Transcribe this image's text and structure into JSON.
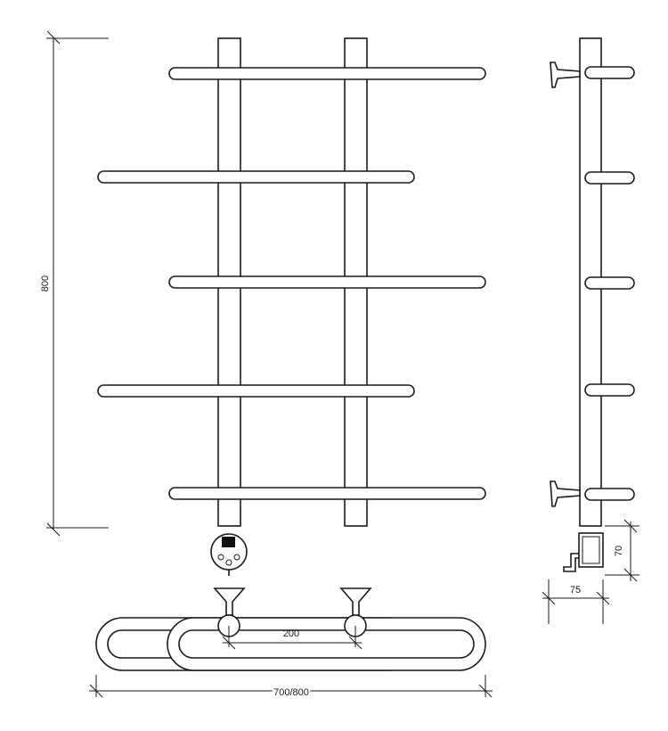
{
  "dimensions": {
    "height": "800",
    "pipe_spacing": "200",
    "width": "700/800",
    "depth": "75",
    "box_height": "70"
  },
  "views": {
    "front": {
      "bars": 5,
      "vertical_pipes": 2
    },
    "side": {
      "hooks": 5,
      "wall_mounts": 2
    },
    "top": {
      "wall_mounts": 2
    }
  },
  "colors": {
    "stroke": "#1a1a1a",
    "background": "#ffffff",
    "control_panel": "#111111"
  }
}
